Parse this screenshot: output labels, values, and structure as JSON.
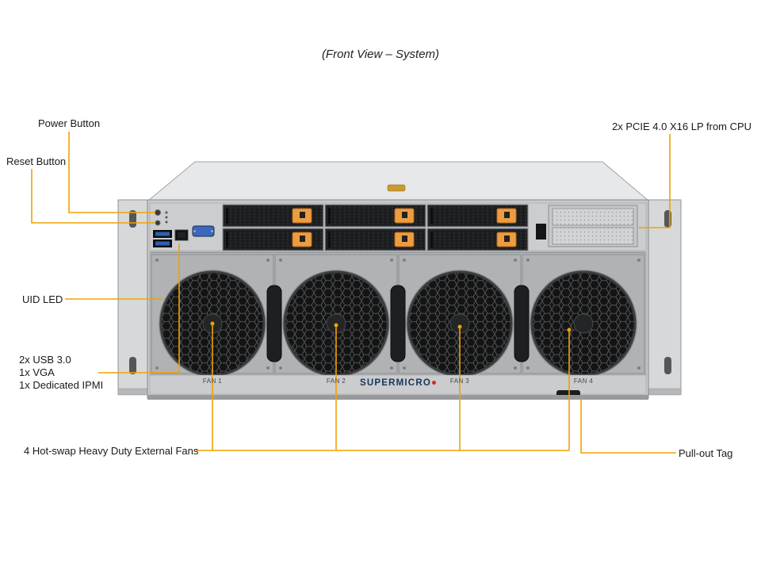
{
  "title": "(Front View – System)",
  "callouts": {
    "power_button": "Power Button",
    "reset_button": "Reset Button",
    "pcie": "2x PCIE 4.0 X16 LP from CPU",
    "uid_led": "UID LED",
    "io_ports": [
      "2x USB 3.0",
      "1x VGA",
      "1x Dedicated IPMI"
    ],
    "fans": "4 Hot-swap Heavy Duty External Fans",
    "pull_out_tag": "Pull-out Tag"
  },
  "server": {
    "brand": "SUPERMICRO",
    "fan_labels": [
      "FAN 1",
      "FAN 2",
      "FAN 3",
      "FAN 4"
    ]
  },
  "colors": {
    "callout_line": "#F0A202",
    "drive_latch": "#EE9C41",
    "brand_text": "#17365D",
    "brand_dot": "#D22B2B"
  }
}
